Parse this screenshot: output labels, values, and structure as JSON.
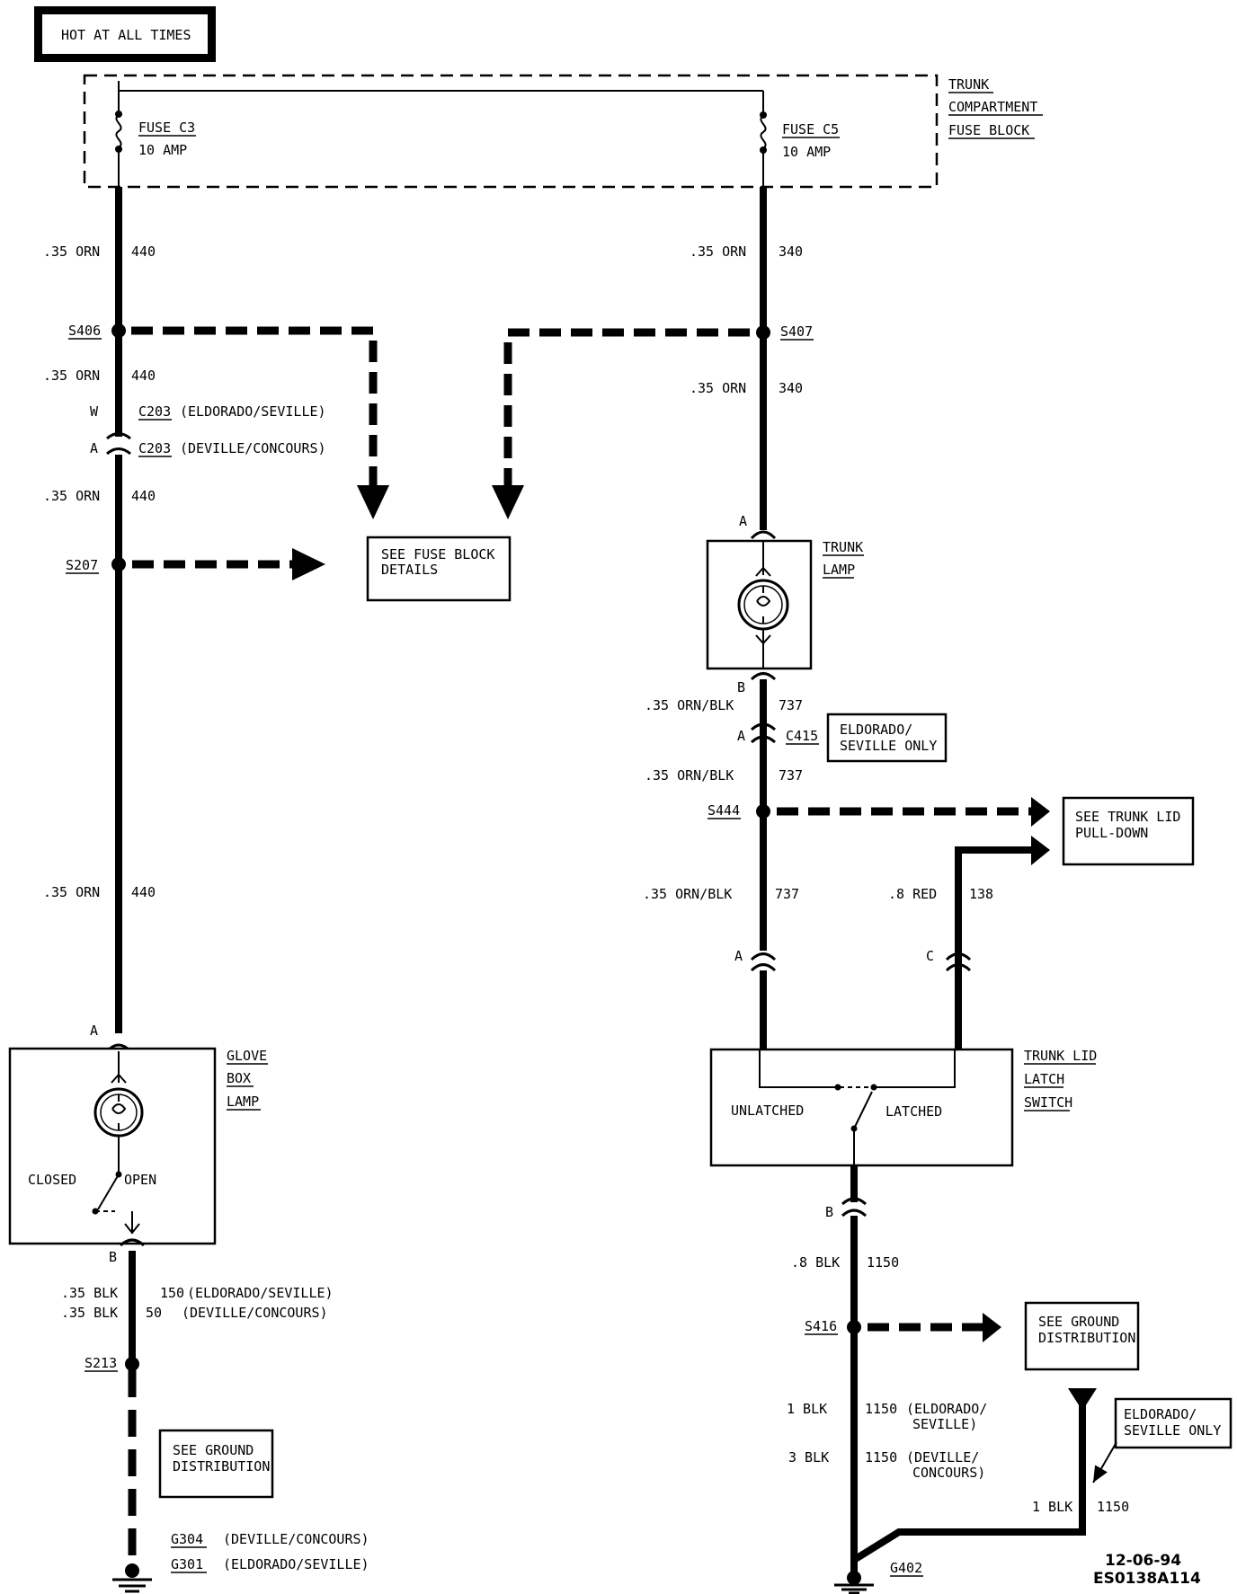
{
  "header": {
    "power_label": "HOT AT ALL TIMES"
  },
  "fuse_block": {
    "label_lines": [
      "TRUNK",
      "COMPARTMENT",
      "FUSE BLOCK"
    ],
    "fuse_left": {
      "name": "FUSE C3",
      "rating": "10 AMP"
    },
    "fuse_right": {
      "name": "FUSE C5",
      "rating": "10 AMP"
    }
  },
  "left_circuit": {
    "wire1": {
      "gauge": ".35 ORN",
      "circuit": "440"
    },
    "s406": "S406",
    "wire2": {
      "gauge": ".35 ORN",
      "circuit": "440"
    },
    "c203_pin_w": "W",
    "c203_pin_a": "A",
    "c203_a": {
      "id": "C203",
      "note": "(ELDORADO/SEVILLE)"
    },
    "c203_b": {
      "id": "C203",
      "note": "(DEVILLE/CONCOURS)"
    },
    "wire3": {
      "gauge": ".35 ORN",
      "circuit": "440"
    },
    "s207": "S207",
    "wire4": {
      "gauge": ".35 ORN",
      "circuit": "440"
    },
    "pin_a": "A",
    "pin_b": "B",
    "glove_box_lines": [
      "GLOVE",
      "BOX",
      "LAMP"
    ],
    "switch_closed": "CLOSED",
    "switch_open": "OPEN",
    "wire5a": {
      "gauge": ".35 BLK",
      "circuit": "150",
      "note": "(ELDORADO/SEVILLE)"
    },
    "wire5b": {
      "gauge": ".35 BLK",
      "circuit": "50",
      "note": "(DEVILLE/CONCOURS)"
    },
    "s213": "S213",
    "ground_ref_lines": [
      "SEE GROUND",
      "DISTRIBUTION"
    ],
    "g304": {
      "id": "G304",
      "note": "(DEVILLE/CONCOURS)"
    },
    "g301": {
      "id": "G301",
      "note": "(ELDORADO/SEVILLE)"
    }
  },
  "fuse_details_lines": [
    "SEE FUSE BLOCK",
    "DETAILS"
  ],
  "right_circuit": {
    "wire1": {
      "gauge": ".35 ORN",
      "circuit": "340"
    },
    "s407": "S407",
    "wire2": {
      "gauge": ".35 ORN",
      "circuit": "340"
    },
    "trunk_lamp_pin_a": "A",
    "trunk_lamp_pin_b": "B",
    "trunk_lamp_lines": [
      "TRUNK",
      "LAMP"
    ],
    "wire3": {
      "gauge": ".35 ORN/BLK",
      "circuit": "737"
    },
    "c415_pin": "A",
    "c415": "C415",
    "c415_note_lines": [
      "ELDORADO/",
      "SEVILLE ONLY"
    ],
    "wire4": {
      "gauge": ".35 ORN/BLK",
      "circuit": "737"
    },
    "s444": "S444",
    "pulldown_lines": [
      "SEE TRUNK LID",
      "PULL-DOWN"
    ],
    "wire5": {
      "gauge": ".35 ORN/BLK",
      "circuit": "737"
    },
    "wire6": {
      "gauge": ".8 RED",
      "circuit": "138"
    },
    "latch_pin_a": "A",
    "latch_pin_c": "C",
    "latch_pin_b": "B",
    "latch_label_lines": [
      "TRUNK LID",
      "LATCH",
      "SWITCH"
    ],
    "unlatched": "UNLATCHED",
    "latched": "LATCHED",
    "wire7": {
      "gauge": ".8 BLK",
      "circuit": "1150"
    },
    "s416": "S416",
    "ground_ref_lines": [
      "SEE GROUND",
      "DISTRIBUTION"
    ],
    "wire8a": {
      "gauge": "1 BLK",
      "circuit": "1150",
      "note_lines": [
        "(ELDORADO/",
        "SEVILLE)"
      ]
    },
    "wire8b": {
      "gauge": "3 BLK",
      "circuit": "1150",
      "note_lines": [
        "(DEVILLE/",
        "CONCOURS)"
      ]
    },
    "wire9": {
      "gauge": "1 BLK",
      "circuit": "1150"
    },
    "eldorado_note_lines": [
      "ELDORADO/",
      "SEVILLE ONLY"
    ],
    "g402": "G402"
  },
  "footer": {
    "date": "12-06-94",
    "code": "ES0138A114"
  }
}
